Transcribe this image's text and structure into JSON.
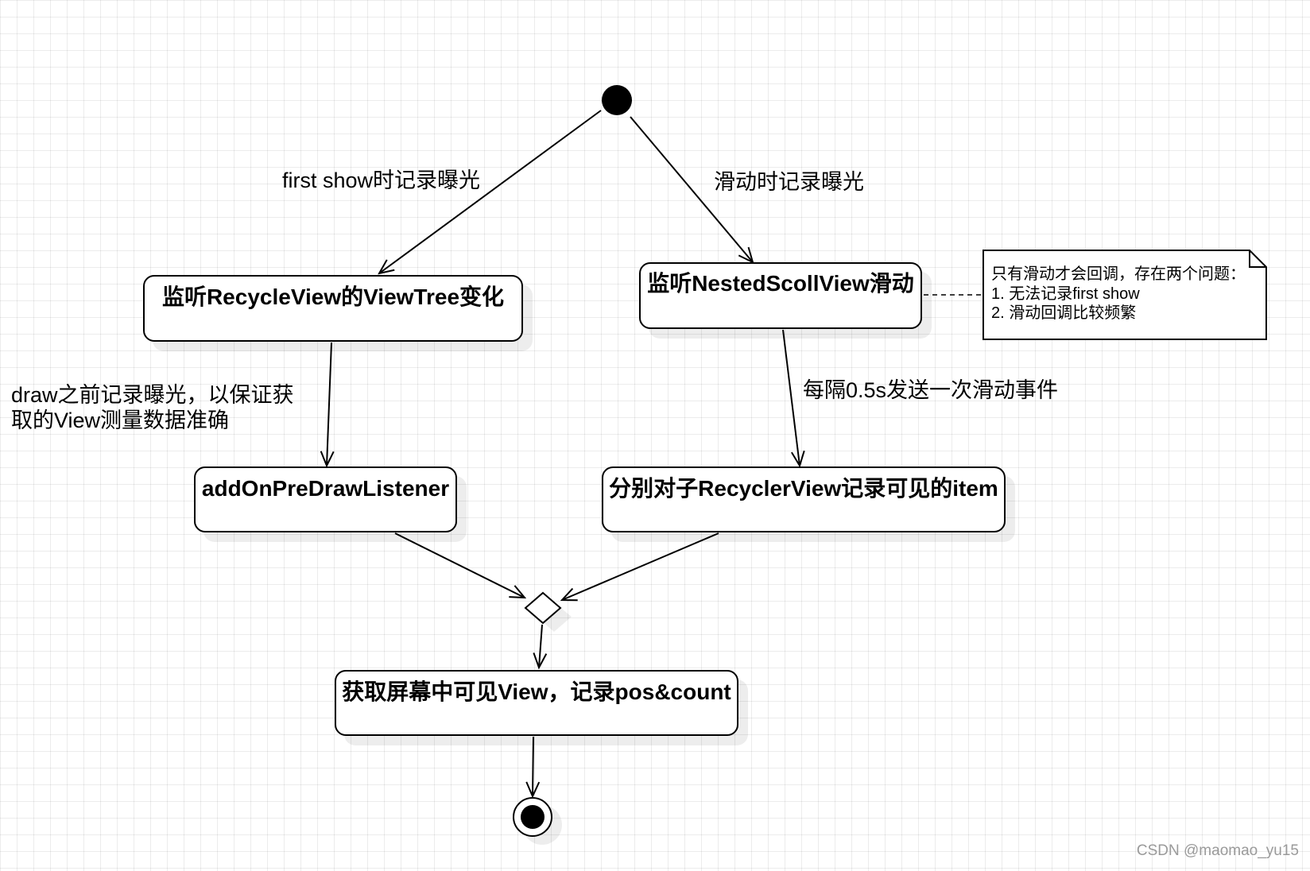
{
  "diagram": {
    "nodes": {
      "listen_recycle": "监听RecycleView的ViewTree变化",
      "listen_nested": "监听NestedScollView滑动",
      "add_listener": "addOnPreDrawListener",
      "record_items": "分别对子RecyclerView记录可见的item",
      "get_visible": "获取屏幕中可见View，记录pos&count"
    },
    "edge_labels": {
      "first_show": "first show时记录曝光",
      "on_scroll": "滑动时记录曝光",
      "draw_before_line1": "draw之前记录曝光，以保证获",
      "draw_before_line2": "取的View测量数据准确",
      "every_half_second": "每隔0.5s发送一次滑动事件"
    },
    "note": {
      "line1": "只有滑动才会回调，存在两个问题：",
      "line2": "1. 无法记录first show",
      "line3": "2. 滑动回调比较频繁"
    }
  },
  "watermark": "CSDN @maomao_yu15"
}
